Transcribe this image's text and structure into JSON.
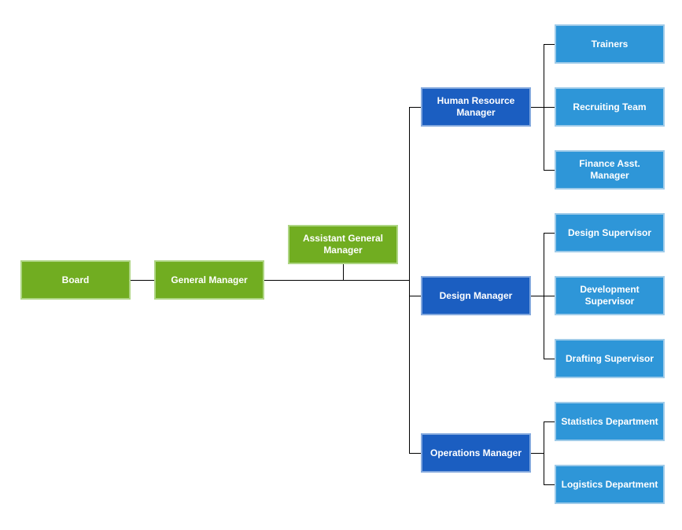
{
  "colors": {
    "executive_fill": "#71AD21",
    "executive_border": "#AED584",
    "manager_fill": "#1B5EC1",
    "manager_border": "#84A9DE",
    "team_fill": "#2E96D8",
    "team_border": "#9FCBE9",
    "connector_color": "#000000",
    "text_color": "#FFFFFF"
  },
  "nodes": {
    "board": {
      "label": "Board",
      "level": "executive"
    },
    "general_manager": {
      "label": "General Manager",
      "level": "executive"
    },
    "assistant_general_manager": {
      "label": "Assistant General Manager",
      "level": "executive"
    },
    "hr_manager": {
      "label": "Human Resource Manager",
      "level": "manager"
    },
    "design_manager": {
      "label": "Design Manager",
      "level": "manager"
    },
    "operations_manager": {
      "label": "Operations Manager",
      "level": "manager"
    },
    "trainers": {
      "label": "Trainers",
      "level": "team"
    },
    "recruiting_team": {
      "label": "Recruiting Team",
      "level": "team"
    },
    "finance_asst_manager": {
      "label": "Finance Asst. Manager",
      "level": "team"
    },
    "design_supervisor": {
      "label": "Design Supervisor",
      "level": "team"
    },
    "development_supervisor": {
      "label": "Development Supervisor",
      "level": "team"
    },
    "drafting_supervisor": {
      "label": "Drafting Supervisor",
      "level": "team"
    },
    "statistics_department": {
      "label": "Statistics Department",
      "level": "team"
    },
    "logistics_department": {
      "label": "Logistics Department",
      "level": "team"
    }
  },
  "edges": [
    {
      "from": "Board",
      "to": "General Manager"
    },
    {
      "from": "General Manager",
      "to": "Assistant General Manager",
      "assistant": true
    },
    {
      "from": "General Manager",
      "to": "Human Resource Manager"
    },
    {
      "from": "General Manager",
      "to": "Design Manager"
    },
    {
      "from": "General Manager",
      "to": "Operations Manager"
    },
    {
      "from": "Human Resource Manager",
      "to": "Trainers"
    },
    {
      "from": "Human Resource Manager",
      "to": "Recruiting Team"
    },
    {
      "from": "Human Resource Manager",
      "to": "Finance Asst. Manager"
    },
    {
      "from": "Design Manager",
      "to": "Design Supervisor"
    },
    {
      "from": "Design Manager",
      "to": "Development Supervisor"
    },
    {
      "from": "Design Manager",
      "to": "Drafting Supervisor"
    },
    {
      "from": "Operations Manager",
      "to": "Statistics Department"
    },
    {
      "from": "Operations Manager",
      "to": "Logistics Department"
    }
  ]
}
